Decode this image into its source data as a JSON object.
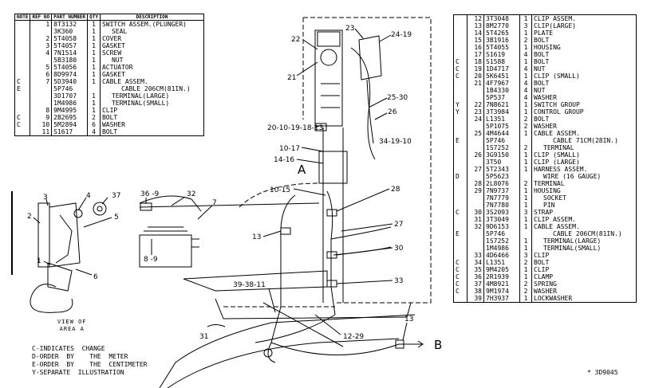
{
  "left_table": {
    "headers": {
      "note": "NOTE",
      "ref": "REF NO",
      "part": "PART NUMBER",
      "qty": "QTY",
      "desc": "DESCRIPTION"
    },
    "rows": [
      {
        "note": "",
        "ref": "1",
        "part": "8T3132",
        "qty": "1",
        "desc": "SWITCH ASSEM.(PLUNGER)",
        "indent": 0
      },
      {
        "note": "",
        "ref": "",
        "part": "3K360",
        "qty": "1",
        "desc": "SEAL",
        "indent": 1
      },
      {
        "note": "",
        "ref": "2",
        "part": "5T4058",
        "qty": "1",
        "desc": "COVER",
        "indent": 0
      },
      {
        "note": "",
        "ref": "3",
        "part": "5T4057",
        "qty": "1",
        "desc": "GASKET",
        "indent": 0
      },
      {
        "note": "",
        "ref": "4",
        "part": "7N1514",
        "qty": "1",
        "desc": "SCREW",
        "indent": 0
      },
      {
        "note": "",
        "ref": "",
        "part": "5B3180",
        "qty": "1",
        "desc": "NUT",
        "indent": 1
      },
      {
        "note": "",
        "ref": "5",
        "part": "5T4056",
        "qty": "1",
        "desc": "ACTUATOR",
        "indent": 0
      },
      {
        "note": "",
        "ref": "6",
        "part": "8D9974",
        "qty": "1",
        "desc": "GASKET",
        "indent": 0
      },
      {
        "note": "C",
        "ref": "7",
        "part": "5D3940",
        "qty": "1",
        "desc": "CABLE   ASSEM.",
        "indent": 0
      },
      {
        "note": "E",
        "ref": "",
        "part": "5P746",
        "qty": "",
        "desc": "CABLE  206CM(81IN.)",
        "indent": 2
      },
      {
        "note": "",
        "ref": "",
        "part": "3D1707",
        "qty": "1",
        "desc": "TERMINAL(LARGE)",
        "indent": 1
      },
      {
        "note": "",
        "ref": "",
        "part": "1M4986",
        "qty": "1",
        "desc": "TERMINAL(SMALL)",
        "indent": 1
      },
      {
        "note": "",
        "ref": "8",
        "part": "9M4995",
        "qty": "1",
        "desc": "CLIP",
        "indent": 0
      },
      {
        "note": "C",
        "ref": "9",
        "part": "2B2695",
        "qty": "2",
        "desc": "BOLT",
        "indent": 0
      },
      {
        "note": "C",
        "ref": "10",
        "part": "5M2894",
        "qty": "6",
        "desc": "WASHER",
        "indent": 0
      },
      {
        "note": "",
        "ref": "11",
        "part": "S1617",
        "qty": "4",
        "desc": "BOLT",
        "indent": 0
      }
    ]
  },
  "right_table": {
    "rows": [
      {
        "note": "",
        "ref": "12",
        "part": "3T3048",
        "qty": "1",
        "desc": "CLIP  ASSEM.",
        "indent": 0
      },
      {
        "note": "",
        "ref": "13",
        "part": "8M2770",
        "qty": "3",
        "desc": "CLIP(LARGE)",
        "indent": 0
      },
      {
        "note": "",
        "ref": "14",
        "part": "5T4265",
        "qty": "1",
        "desc": "PLATE",
        "indent": 0
      },
      {
        "note": "",
        "ref": "15",
        "part": "3B1916",
        "qty": "2",
        "desc": "BOLT",
        "indent": 0
      },
      {
        "note": "",
        "ref": "16",
        "part": "5T4055",
        "qty": "1",
        "desc": "HOUSING",
        "indent": 0
      },
      {
        "note": "",
        "ref": "17",
        "part": "S1619",
        "qty": "4",
        "desc": "BOLT",
        "indent": 0
      },
      {
        "note": "C",
        "ref": "18",
        "part": "S1588",
        "qty": "1",
        "desc": "BOLT",
        "indent": 0
      },
      {
        "note": "C",
        "ref": "19",
        "part": "1D4717",
        "qty": "4",
        "desc": "NUT",
        "indent": 0
      },
      {
        "note": "C",
        "ref": "20",
        "part": "5K6451",
        "qty": "1",
        "desc": "CLIP   (SMALL)",
        "indent": 0
      },
      {
        "note": "",
        "ref": "21",
        "part": "4F7967",
        "qty": "4",
        "desc": "BOLT",
        "indent": 0
      },
      {
        "note": "",
        "ref": "",
        "part": "1B4330",
        "qty": "4",
        "desc": "NUT",
        "indent": 0
      },
      {
        "note": "",
        "ref": "",
        "part": "5P537",
        "qty": "4",
        "desc": "WASHER",
        "indent": 0
      },
      {
        "note": "Y",
        "ref": "22",
        "part": "7N8621",
        "qty": "1",
        "desc": "SWITCH  GROUP",
        "indent": 0
      },
      {
        "note": "Y",
        "ref": "23",
        "part": "3T3984",
        "qty": "1",
        "desc": "CONTROL  GROUP",
        "indent": 0
      },
      {
        "note": "",
        "ref": "24",
        "part": "L1351",
        "qty": "2",
        "desc": "BOLT",
        "indent": 0
      },
      {
        "note": "",
        "ref": "",
        "part": "5P1075",
        "qty": "2",
        "desc": "WASHER",
        "indent": 0
      },
      {
        "note": "",
        "ref": "25",
        "part": "4M4644",
        "qty": "1",
        "desc": "CABLE  ASSEM.",
        "indent": 0
      },
      {
        "note": "E",
        "ref": "",
        "part": "5P746",
        "qty": "",
        "desc": "CABLE  71CM(28IN.)",
        "indent": 2
      },
      {
        "note": "",
        "ref": "",
        "part": "1S7252",
        "qty": "2",
        "desc": "TERMINAL",
        "indent": 1
      },
      {
        "note": "",
        "ref": "26",
        "part": "3G9150",
        "qty": "1",
        "desc": "CLIP  (SMALL)",
        "indent": 0
      },
      {
        "note": "",
        "ref": "",
        "part": "3T50",
        "qty": "1",
        "desc": "CLIP  (LARGE)",
        "indent": 0
      },
      {
        "note": "",
        "ref": "27",
        "part": "5T2343",
        "qty": "1",
        "desc": "HARNESS  ASSEM.",
        "indent": 0
      },
      {
        "note": "D",
        "ref": "",
        "part": "5P5623",
        "qty": "",
        "desc": "WIRE  (16  GAUGE)",
        "indent": 1
      },
      {
        "note": "",
        "ref": "28",
        "part": "2L8076",
        "qty": "2",
        "desc": "TERMINAL",
        "indent": 0
      },
      {
        "note": "",
        "ref": "29",
        "part": "7N9737",
        "qty": "1",
        "desc": "HOUSING",
        "indent": 0
      },
      {
        "note": "",
        "ref": "",
        "part": "7N7779",
        "qty": "1",
        "desc": "SOCKET",
        "indent": 1
      },
      {
        "note": "",
        "ref": "",
        "part": "7N7780",
        "qty": "1",
        "desc": "PIN",
        "indent": 1
      },
      {
        "note": "C",
        "ref": "30",
        "part": "3S2093",
        "qty": "3",
        "desc": "STRAP",
        "indent": 0
      },
      {
        "note": "",
        "ref": "31",
        "part": "3T3049",
        "qty": "1",
        "desc": "CLIP  ASSEM.",
        "indent": 0
      },
      {
        "note": "",
        "ref": "32",
        "part": "9D6153",
        "qty": "1",
        "desc": "CABLE  ASSEM.",
        "indent": 0
      },
      {
        "note": "E",
        "ref": "",
        "part": "5P746",
        "qty": "",
        "desc": "CABLE  206CM(81IN.)",
        "indent": 2
      },
      {
        "note": "",
        "ref": "",
        "part": "1S7252",
        "qty": "1",
        "desc": "TERMINAL(LARGE)",
        "indent": 1
      },
      {
        "note": "",
        "ref": "",
        "part": "1M4986",
        "qty": "1",
        "desc": "TERMINAL(SMALL)",
        "indent": 1
      },
      {
        "note": "",
        "ref": "33",
        "part": "4D6466",
        "qty": "3",
        "desc": "CLIP",
        "indent": 0
      },
      {
        "note": "C",
        "ref": "34",
        "part": "L1351",
        "qty": "2",
        "desc": "BOLT",
        "indent": 0
      },
      {
        "note": "C",
        "ref": "35",
        "part": "9M4205",
        "qty": "1",
        "desc": "CLIP",
        "indent": 0
      },
      {
        "note": "C",
        "ref": "36",
        "part": "2R1939",
        "qty": "1",
        "desc": "CLAMP",
        "indent": 0
      },
      {
        "note": "C",
        "ref": "37",
        "part": "4M8921",
        "qty": "2",
        "desc": "SPRING",
        "indent": 0
      },
      {
        "note": "C",
        "ref": "38",
        "part": "9M1974",
        "qty": "2",
        "desc": "WASHER",
        "indent": 0
      },
      {
        "note": "",
        "ref": "39",
        "part": "7H3937",
        "qty": "1",
        "desc": "LOCKWASHER",
        "indent": 0
      }
    ]
  },
  "legend": [
    "C-INDICATES  CHANGE",
    "D-ORDER  BY    THE  METER",
    "E-ORDER  BY    THE  CENTIMETER",
    "Y-SEPARATE  ILLUSTRATION"
  ],
  "view_label": [
    "VIEW OF",
    "AREA A"
  ],
  "footer_code": "* 3D9045",
  "callouts": {
    "c22": "22",
    "c23": "23",
    "c24_19": "24-19",
    "c21": "21",
    "c25_30": "25-30",
    "c26": "26",
    "c34_19_10": "34-19-10",
    "c20_10_19_18_13": "20-10-19-18-13",
    "c10_17": "10-17",
    "c14_16": "14-16",
    "cA": "A",
    "c10_15": "10-15",
    "c28": "28",
    "c13a": "13",
    "c27": "27",
    "c30": "30",
    "c33": "33",
    "c39_38_11": "39-38-11",
    "c12_29": "12-29",
    "c31": "31",
    "c13b": "13",
    "cB": "B",
    "c36_9": "36 -9",
    "c32": "32",
    "c7": "7",
    "c8_9": "8 -9",
    "c3": "3",
    "c4": "4",
    "c37": "37",
    "c2": "2",
    "c5": "5",
    "c1": "1",
    "c6": "6"
  }
}
